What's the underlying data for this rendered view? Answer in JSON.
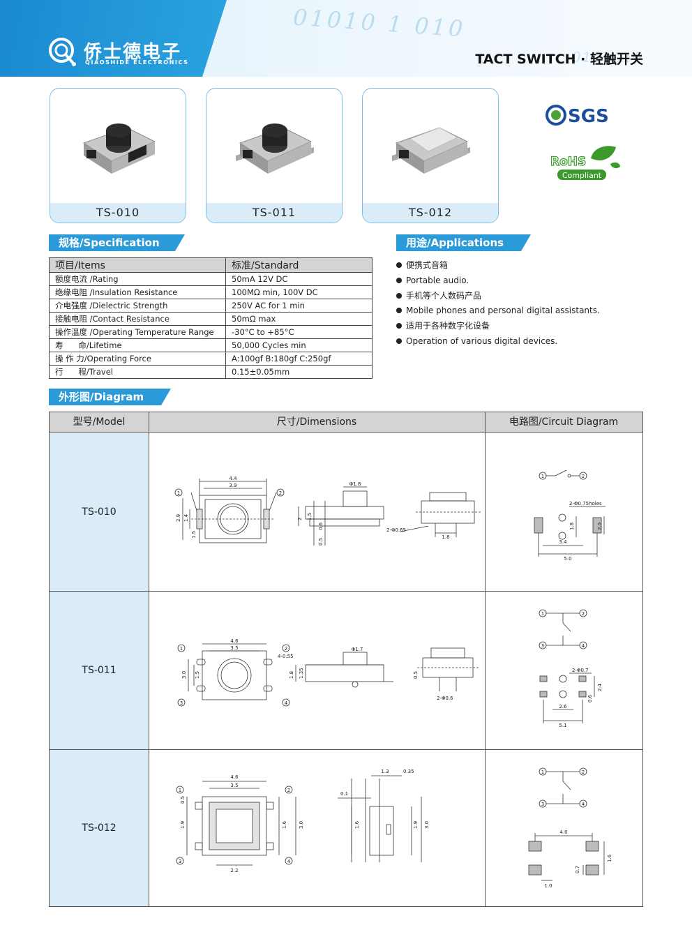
{
  "header": {
    "brand_cn": "侨士德电子",
    "brand_en": "QIAOSHIDE ELECTRONICS",
    "decor_digits": "01010 1 010",
    "decor_digits2": "0101010",
    "title": "TACT SWITCH · 轻触开关"
  },
  "products": [
    {
      "label": "TS-010"
    },
    {
      "label": "TS-011"
    },
    {
      "label": "TS-012"
    }
  ],
  "certs": {
    "sgs": "SGS",
    "rohs": "RoHS",
    "rohs_sub": "Compliant"
  },
  "spec": {
    "tab": "规格/Specification",
    "col_items": "项目/Items",
    "col_standard": "标准/Standard",
    "rows": [
      {
        "item": "额度电流 /Rating",
        "standard": "50mA  12V DC"
      },
      {
        "item": "绝缘电阻 /Insulation Resistance",
        "standard": "100MΩ min, 100V DC"
      },
      {
        "item": "介电强度 /Dielectric Strength",
        "standard": "250V AC for 1 min"
      },
      {
        "item": "接触电阻 /Contact Resistance",
        "standard": "50mΩ max"
      },
      {
        "item": "操作温度 /Operating Temperature Range",
        "standard": "-30°C to +85°C"
      },
      {
        "item": "寿      命/Lifetime",
        "standard": "50,000 Cycles min"
      },
      {
        "item": "操 作 力/Operating Force",
        "standard": "A:100gf  B:180gf   C:250gf"
      },
      {
        "item": "行      程/Travel",
        "standard": "0.15±0.05mm"
      }
    ]
  },
  "applications": {
    "tab": "用途/Applications",
    "items": [
      "便携式音箱",
      "Portable audio.",
      "手机等个人数码产品",
      "Mobile phones and personal digital assistants.",
      "适用于各种数字化设备",
      "Operation of various digital devices."
    ]
  },
  "diagram": {
    "tab": "外形图/Diagram",
    "col_model": "型号/Model",
    "col_dimensions": "尺寸/Dimensions",
    "col_circuit": "电路图/Circuit Diagram",
    "models": [
      "TS-010",
      "TS-011",
      "TS-012"
    ],
    "ts010": {
      "w1": "4.4",
      "w2": "3.9",
      "h1": "2.9",
      "h2": "1.4",
      "h3": "1.5",
      "phi": "Φ1.8",
      "s_h1": "2",
      "s_h2": "1.5",
      "s_h3": "0.6",
      "s_h4": "0.5",
      "holes": "2-Φ0.65",
      "b": "1.8",
      "c_holes": "2-Φ0.75holes",
      "c_d1": "1.8",
      "c_d2": "2.0",
      "c_w1": "3.4",
      "c_w2": "5.0",
      "n1": "1",
      "n2": "2"
    },
    "ts011": {
      "w1": "4.6",
      "w2": "3.5",
      "h1": "3.0",
      "h2": "1.5",
      "pads": "4-0.55",
      "phi": "Φ1.7",
      "s_h1": "1.8",
      "s_h2": "1.35",
      "s_h3": "0.5",
      "holes": "2-Φ0.6",
      "c_holes": "2-Φ0.7",
      "c_d1": "0.6",
      "c_d2": "2.4",
      "c_w1": "2.6",
      "c_w2": "5.1",
      "n1": "1",
      "n2": "2",
      "n3": "3",
      "n4": "4"
    },
    "ts012": {
      "w1": "4.6",
      "w2": "3.5",
      "h0": "0.5",
      "h1": "1.9",
      "h2": "1.6",
      "h3": "3.0",
      "b": "2.2",
      "s_t1": "1.3",
      "s_t2": "0.35",
      "s_t3": "0.1",
      "s_h1": "1.6",
      "s_h2": "1.9",
      "s_h3": "3.0",
      "c_w": "4.0",
      "c_h1": "1.6",
      "c_h2": "0.7",
      "c_b": "1.0",
      "n1": "1",
      "n2": "2",
      "n3": "3",
      "n4": "4"
    }
  }
}
